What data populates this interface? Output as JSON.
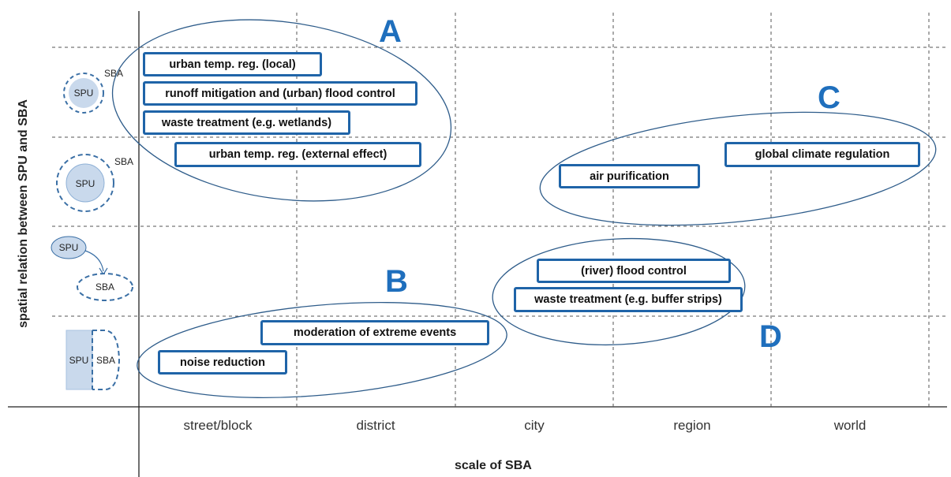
{
  "axes": {
    "x_title": "scale of SBA",
    "y_title": "spatial relation between SPU and SBA",
    "columns": [
      "street/block",
      "district",
      "city",
      "region",
      "world"
    ]
  },
  "row_icons": {
    "spu": "SPU",
    "sba": "SBA"
  },
  "services": [
    "urban temp. reg. (local)",
    "runoff mitigation and (urban) flood control",
    "waste treatment (e.g. wetlands)",
    "urban temp. reg. (external effect)",
    "air purification",
    "global climate regulation",
    "(river) flood control",
    "waste treatment (e.g. buffer strips)",
    "moderation of extreme events",
    "noise reduction"
  ],
  "zones": [
    "A",
    "B",
    "C",
    "D"
  ],
  "colors": {
    "box_border": "#1f64a8",
    "ellipse": "#2e5c8a",
    "letter": "#1f6fbd",
    "icon_fill": "#c9d9ec",
    "icon_stroke": "#3a6fa5"
  }
}
